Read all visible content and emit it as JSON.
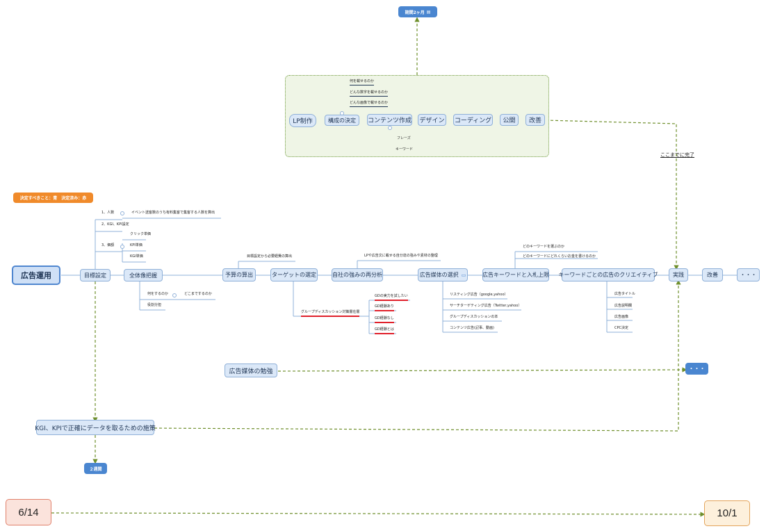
{
  "period_top": "期間2ヶ月",
  "legend_note": "決定すべきこと：青　決定済み：赤",
  "done_note": "ここまでに完了",
  "lp_group": {
    "lp": "LP制作",
    "structure": "構成の決定",
    "structure_subs": [
      "何を載せるのか",
      "どんな数字を載せるのか",
      "どんな画像で載せるのか"
    ],
    "content": "コンテンツ作成",
    "content_subs": [
      "フレーズ",
      "キーワード"
    ],
    "design": "デザイン",
    "coding": "コーディング",
    "publish": "公開",
    "improve": "改善"
  },
  "main": {
    "root": "広告運用",
    "goal": "目標設定",
    "goal_subs": {
      "people": "1、人数",
      "people_detail": "イベント送客数のうち有料集客で集客する人数を算出",
      "kgi": "2、KGI、KPI設定",
      "unit": "3、価額",
      "unit_items": [
        "クリック単価",
        "KPI単価",
        "KGI単価"
      ]
    },
    "overview": "全体像把握",
    "overview_subs": [
      "何をするのか",
      "どこまでするのか",
      "役割分担"
    ],
    "budget": "予算の算出",
    "budget_sub": "目標設定から必要経費の算出",
    "target": "ターゲットの選定",
    "target_subs": [
      "グループディスカッション対策層在層",
      "GDの実力を試したい",
      "GD経験あり",
      "GD経験なし",
      "GD経験とは"
    ],
    "strength": "自社の強みの再分析",
    "strength_sub": "LPや広告文に載せる自分達の強みや素材の整理",
    "media": "広告媒体の選択",
    "media_subs": [
      "リスティング広告（google,yahoo）",
      "サーチターゲティング広告（Twitter,yahoo）",
      "グループディスカッションの本",
      "コンテンツ広告(記事、動画)"
    ],
    "keyword": "広告キーワードと入札上限",
    "keyword_subs": [
      "どのキーワードを選ぶのか",
      "どのキーワードにどれくらいお金を書けるのか"
    ],
    "creative": "キーワードごとの広告のクリエイティブ",
    "creative_subs": [
      "広告タイトル",
      "広告説明欄",
      "広告画像",
      "CPC決定"
    ],
    "practice": "実践",
    "improve": "改善",
    "more": "・・・"
  },
  "study": "広告媒体の勉強",
  "study_more": "・・・",
  "kgi_measure": "KGI、KPIで正確にデータを取るための施策",
  "two_weeks": "２週間",
  "date_start": "6/14",
  "date_end": "10/1"
}
